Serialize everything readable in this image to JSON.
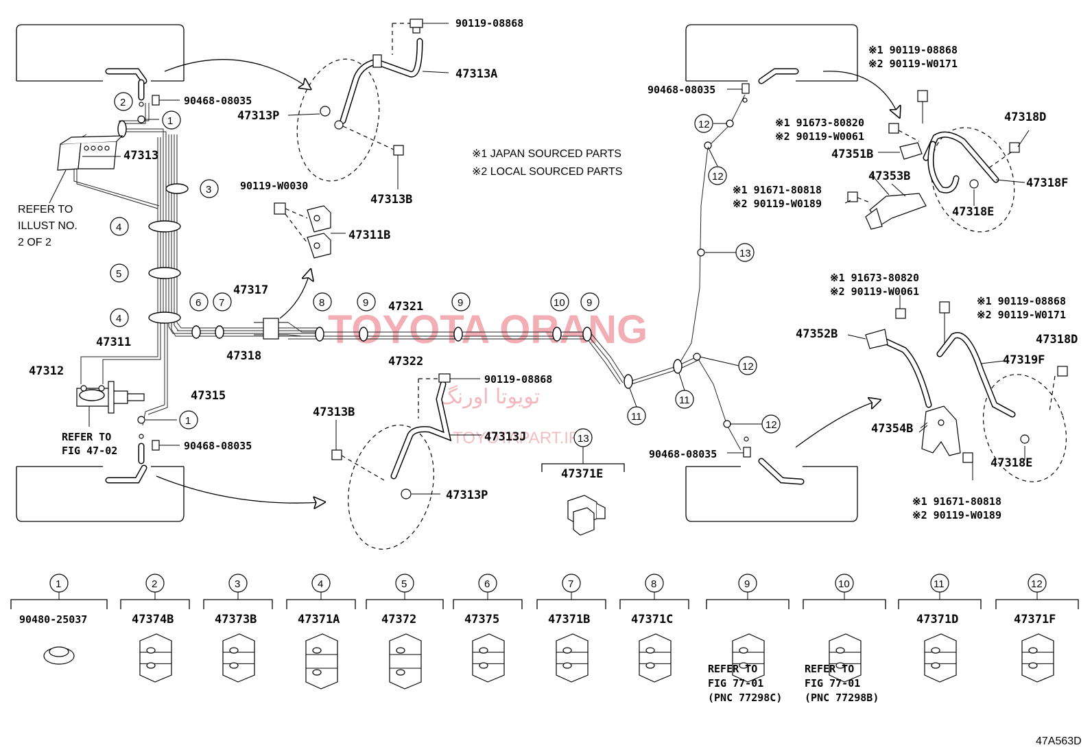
{
  "watermark": {
    "main": "TOYOTA ORANG",
    "arabic": "تويوتا اورنگ",
    "url": "TOYOTAPART.IR"
  },
  "notes": {
    "japan": "※1 JAPAN SOURCED PARTS",
    "local": "※2 LOCAL SOURCED PARTS"
  },
  "figure_code": "47A563D",
  "refer_notes": {
    "illust": [
      "REFER TO",
      "ILLUST NO.",
      "2 OF 2"
    ],
    "fig4702": [
      "REFER TO",
      "FIG 47-02"
    ]
  },
  "labels": {
    "p90119_08868_a": "90119-08868",
    "p47313A": "47313A",
    "p47313P_a": "47313P",
    "p47313B_a": "47313B",
    "p90468_a": "90468-08035",
    "p47313": "47313",
    "p90119_W0030": "90119-W0030",
    "p47311B": "47311B",
    "p47317": "47317",
    "p47321": "47321",
    "p47318": "47318",
    "p47322": "47322",
    "p47311": "47311",
    "p47312": "47312",
    "p47315": "47315",
    "p90468_b": "90468-08035",
    "p47313B_b": "47313B",
    "p90119_08868_b": "90119-08868",
    "p47313J": "47313J",
    "p47313P_b": "47313P",
    "p47371E": "47371E",
    "p90468_c": "90468-08035",
    "p90468_d": "90468-08035",
    "r1_90119_08868": "※1 90119-08868",
    "r1_90119_W0171": "※2 90119-W0171",
    "r1_91673": "※1 91673-80820",
    "r1_90119_W0061": "※2 90119-W0061",
    "r1_47351B": "47351B",
    "r1_47353B": "47353B",
    "r1_91671": "※1 91671-80818",
    "r1_90119_W0189": "※2 90119-W0189",
    "r1_47318D": "47318D",
    "r1_47318F": "47318F",
    "r1_47318E": "47318E",
    "r2_91673": "※1 91673-80820",
    "r2_90119_W0061": "※2 90119-W0061",
    "r2_90119_08868": "※1 90119-08868",
    "r2_90119_W0171": "※2 90119-W0171",
    "r2_47352B": "47352B",
    "r2_47318D": "47318D",
    "r2_47319F": "47319F",
    "r2_47354B": "47354B",
    "r2_47318E": "47318E",
    "r2_91671": "※1 91671-80818",
    "r2_90119_W0189": "※2 90119-W0189"
  },
  "legend": [
    {
      "num": "1",
      "part": "90480-25037"
    },
    {
      "num": "2",
      "part": "47374B"
    },
    {
      "num": "3",
      "part": "47373B"
    },
    {
      "num": "4",
      "part": "47371A"
    },
    {
      "num": "5",
      "part": "47372"
    },
    {
      "num": "6",
      "part": "47375"
    },
    {
      "num": "7",
      "part": "47371B"
    },
    {
      "num": "8",
      "part": "47371C"
    },
    {
      "num": "9",
      "part": "",
      "refer": [
        "REFER TO",
        "FIG 77-01",
        "(PNC 77298C)"
      ]
    },
    {
      "num": "10",
      "part": "",
      "refer": [
        "REFER TO",
        "FIG 77-01",
        "(PNC 77298B)"
      ]
    },
    {
      "num": "11",
      "part": "47371D"
    },
    {
      "num": "12",
      "part": "47371F"
    }
  ],
  "callouts": {
    "c1": "1",
    "c2": "2",
    "c3": "3",
    "c4": "4",
    "c5": "5",
    "c6": "6",
    "c7": "7",
    "c8": "8",
    "c9": "9",
    "c10": "10",
    "c11": "11",
    "c12": "12",
    "c13": "13"
  }
}
